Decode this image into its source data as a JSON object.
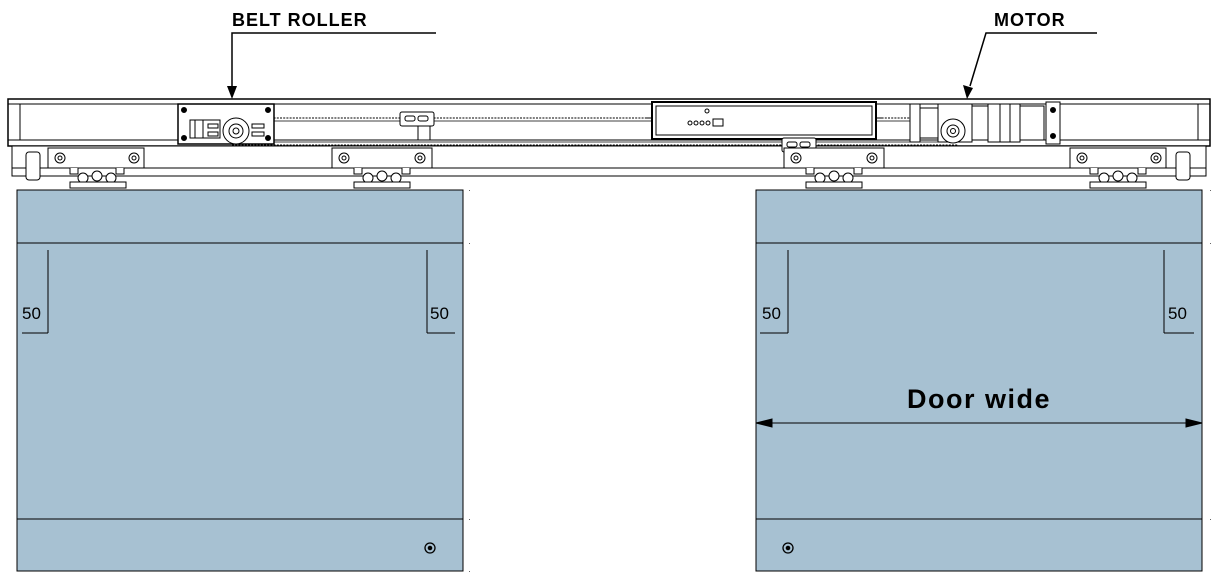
{
  "callouts": {
    "belt_roller": "BELT ROLLER",
    "motor": "MOTOR"
  },
  "dimensions": {
    "left_panel_left": "50",
    "left_panel_right": "50",
    "right_panel_left": "50",
    "right_panel_right": "50",
    "door_wide": "Door wide"
  },
  "colors": {
    "door_panel": "#a7c1d2",
    "line": "#000000",
    "track_fill": "#ffffff"
  },
  "icons": {
    "left_panel_lock": "lock-icon",
    "right_panel_lock": "lock-icon"
  }
}
